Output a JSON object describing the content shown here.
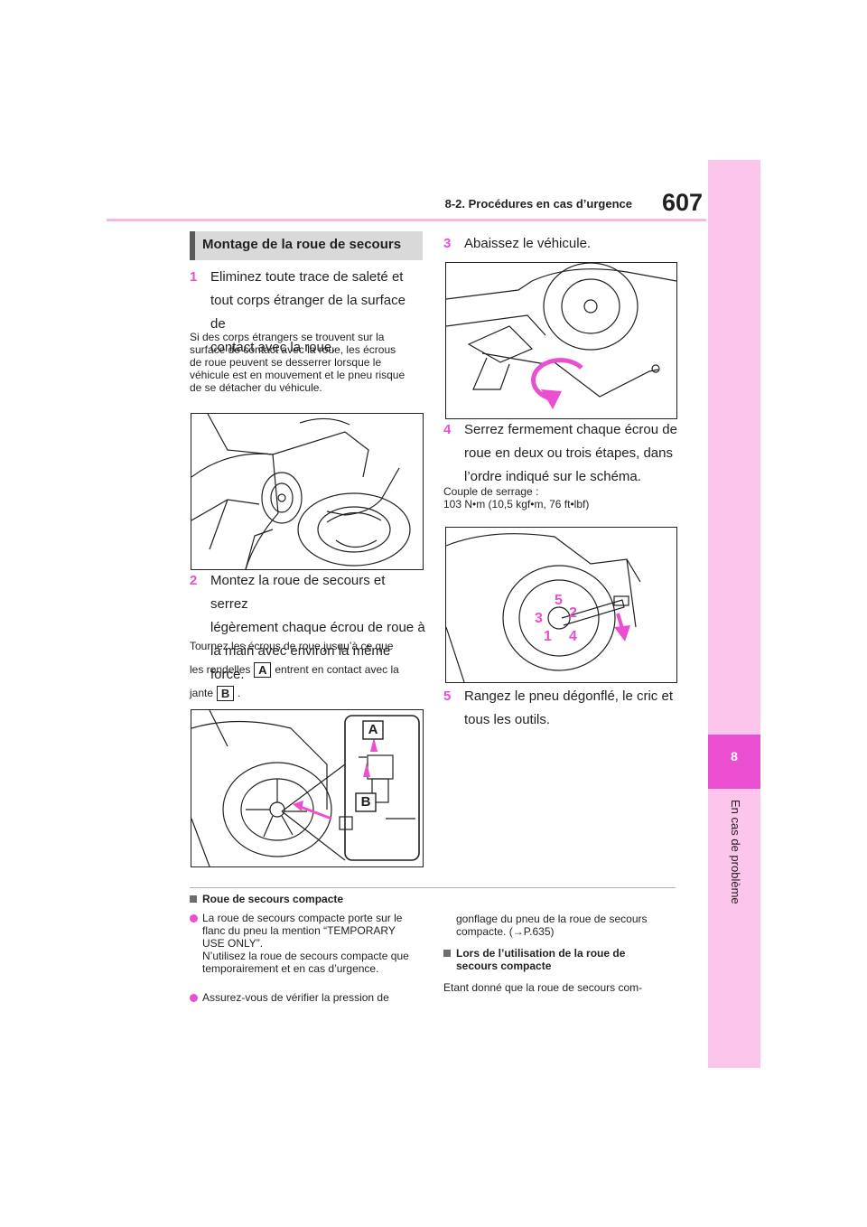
{
  "header": {
    "section": "8-2. Procédures en cas d’urgence",
    "page_number": "607"
  },
  "side_tab": {
    "number": "8",
    "label": "En cas de problème"
  },
  "heading": "Montage de la roue de secours",
  "steps": [
    {
      "num": "1",
      "lines": [
        "Eliminez toute trace de saleté et",
        "tout corps étranger de la surface de",
        "contact avec la roue."
      ]
    },
    {
      "num": "2",
      "lines": [
        "Montez la roue de secours et serrez",
        "légèrement chaque écrou de roue à",
        "la main avec environ la même force."
      ]
    },
    {
      "num": "3",
      "lines": [
        "Abaissez le véhicule."
      ]
    },
    {
      "num": "4",
      "lines": [
        "Serrez fermement chaque écrou de",
        "roue en deux ou trois étapes, dans",
        "l’ordre indiqué sur le schéma."
      ]
    },
    {
      "num": "5",
      "lines": [
        "Rangez le pneu dégonflé, le cric et",
        "tous les outils."
      ]
    }
  ],
  "note1": [
    "Si des corps étrangers se trouvent sur la",
    "surface de contact avec la roue, les écrous",
    "de roue peuvent se desserrer lorsque le",
    "véhicule est en mouvement et le pneu risque",
    "de se détacher du véhicule."
  ],
  "note2": {
    "line1": "Tournez les écrous de roue jusqu’à ce que",
    "line2_pre": "les rondelles",
    "label_a": "A",
    "line2_post": "entrent en contact avec la",
    "line3_pre": "jante",
    "label_b": "B",
    "line3_post": "."
  },
  "torque": {
    "label": "Couple de serrage :",
    "value": "103 N•m (10,5 kgf•m, 76 ft•lbf)"
  },
  "fig_labels": {
    "a": "A",
    "b": "B",
    "order": [
      "5",
      "2",
      "3",
      "1",
      "4"
    ]
  },
  "bottom_left": {
    "title": "Roue de secours compacte",
    "bullet1": [
      "La roue de secours compacte porte sur le",
      "flanc du pneu la mention “TEMPORARY",
      "USE ONLY”.",
      "N’utilisez la roue de secours compacte que",
      "temporairement et en cas d’urgence."
    ],
    "bullet2": [
      "Assurez-vous de vérifier la pression de"
    ]
  },
  "bottom_right": {
    "cont": [
      "gonflage du pneu de la roue de secours",
      "compacte. (→P.635)"
    ],
    "title": [
      "Lors de l’utilisation de la roue de",
      "secours compacte"
    ],
    "text": "Etant donné que la roue de secours com-"
  },
  "colors": {
    "accent": "#e94fd0",
    "tab": "#fcc5ec",
    "header_line": "#f4b8e6",
    "heading_bg": "#d9d9d9"
  }
}
